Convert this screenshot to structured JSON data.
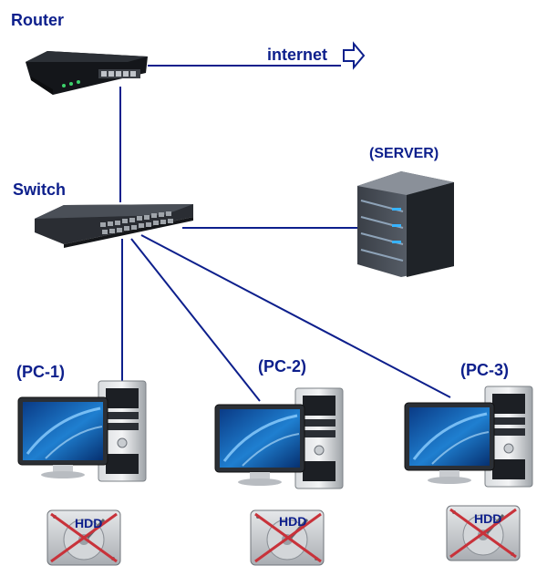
{
  "labels": {
    "router": "Router",
    "internet": "internet",
    "switch": "Switch",
    "server": "(SERVER)",
    "pc1": "(PC-1)",
    "pc2": "(PC-2)",
    "pc3": "(PC-3)",
    "hdd": "HDD"
  },
  "colors": {
    "link": "#0d1f8c",
    "label": "#0d1f8c",
    "cross": "#c8323a"
  }
}
